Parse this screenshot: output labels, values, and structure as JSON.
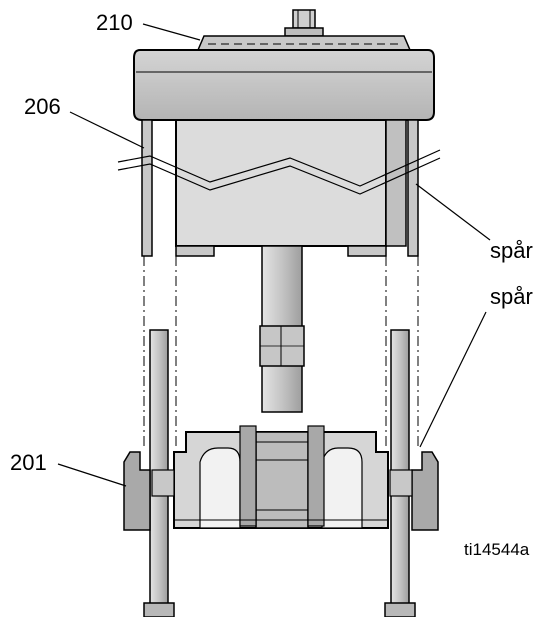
{
  "labels": {
    "part_210": "210",
    "part_206": "206",
    "part_201": "201",
    "groove_upper": "spår",
    "groove_lower": "spår"
  },
  "figure_id": "ti14544a"
}
